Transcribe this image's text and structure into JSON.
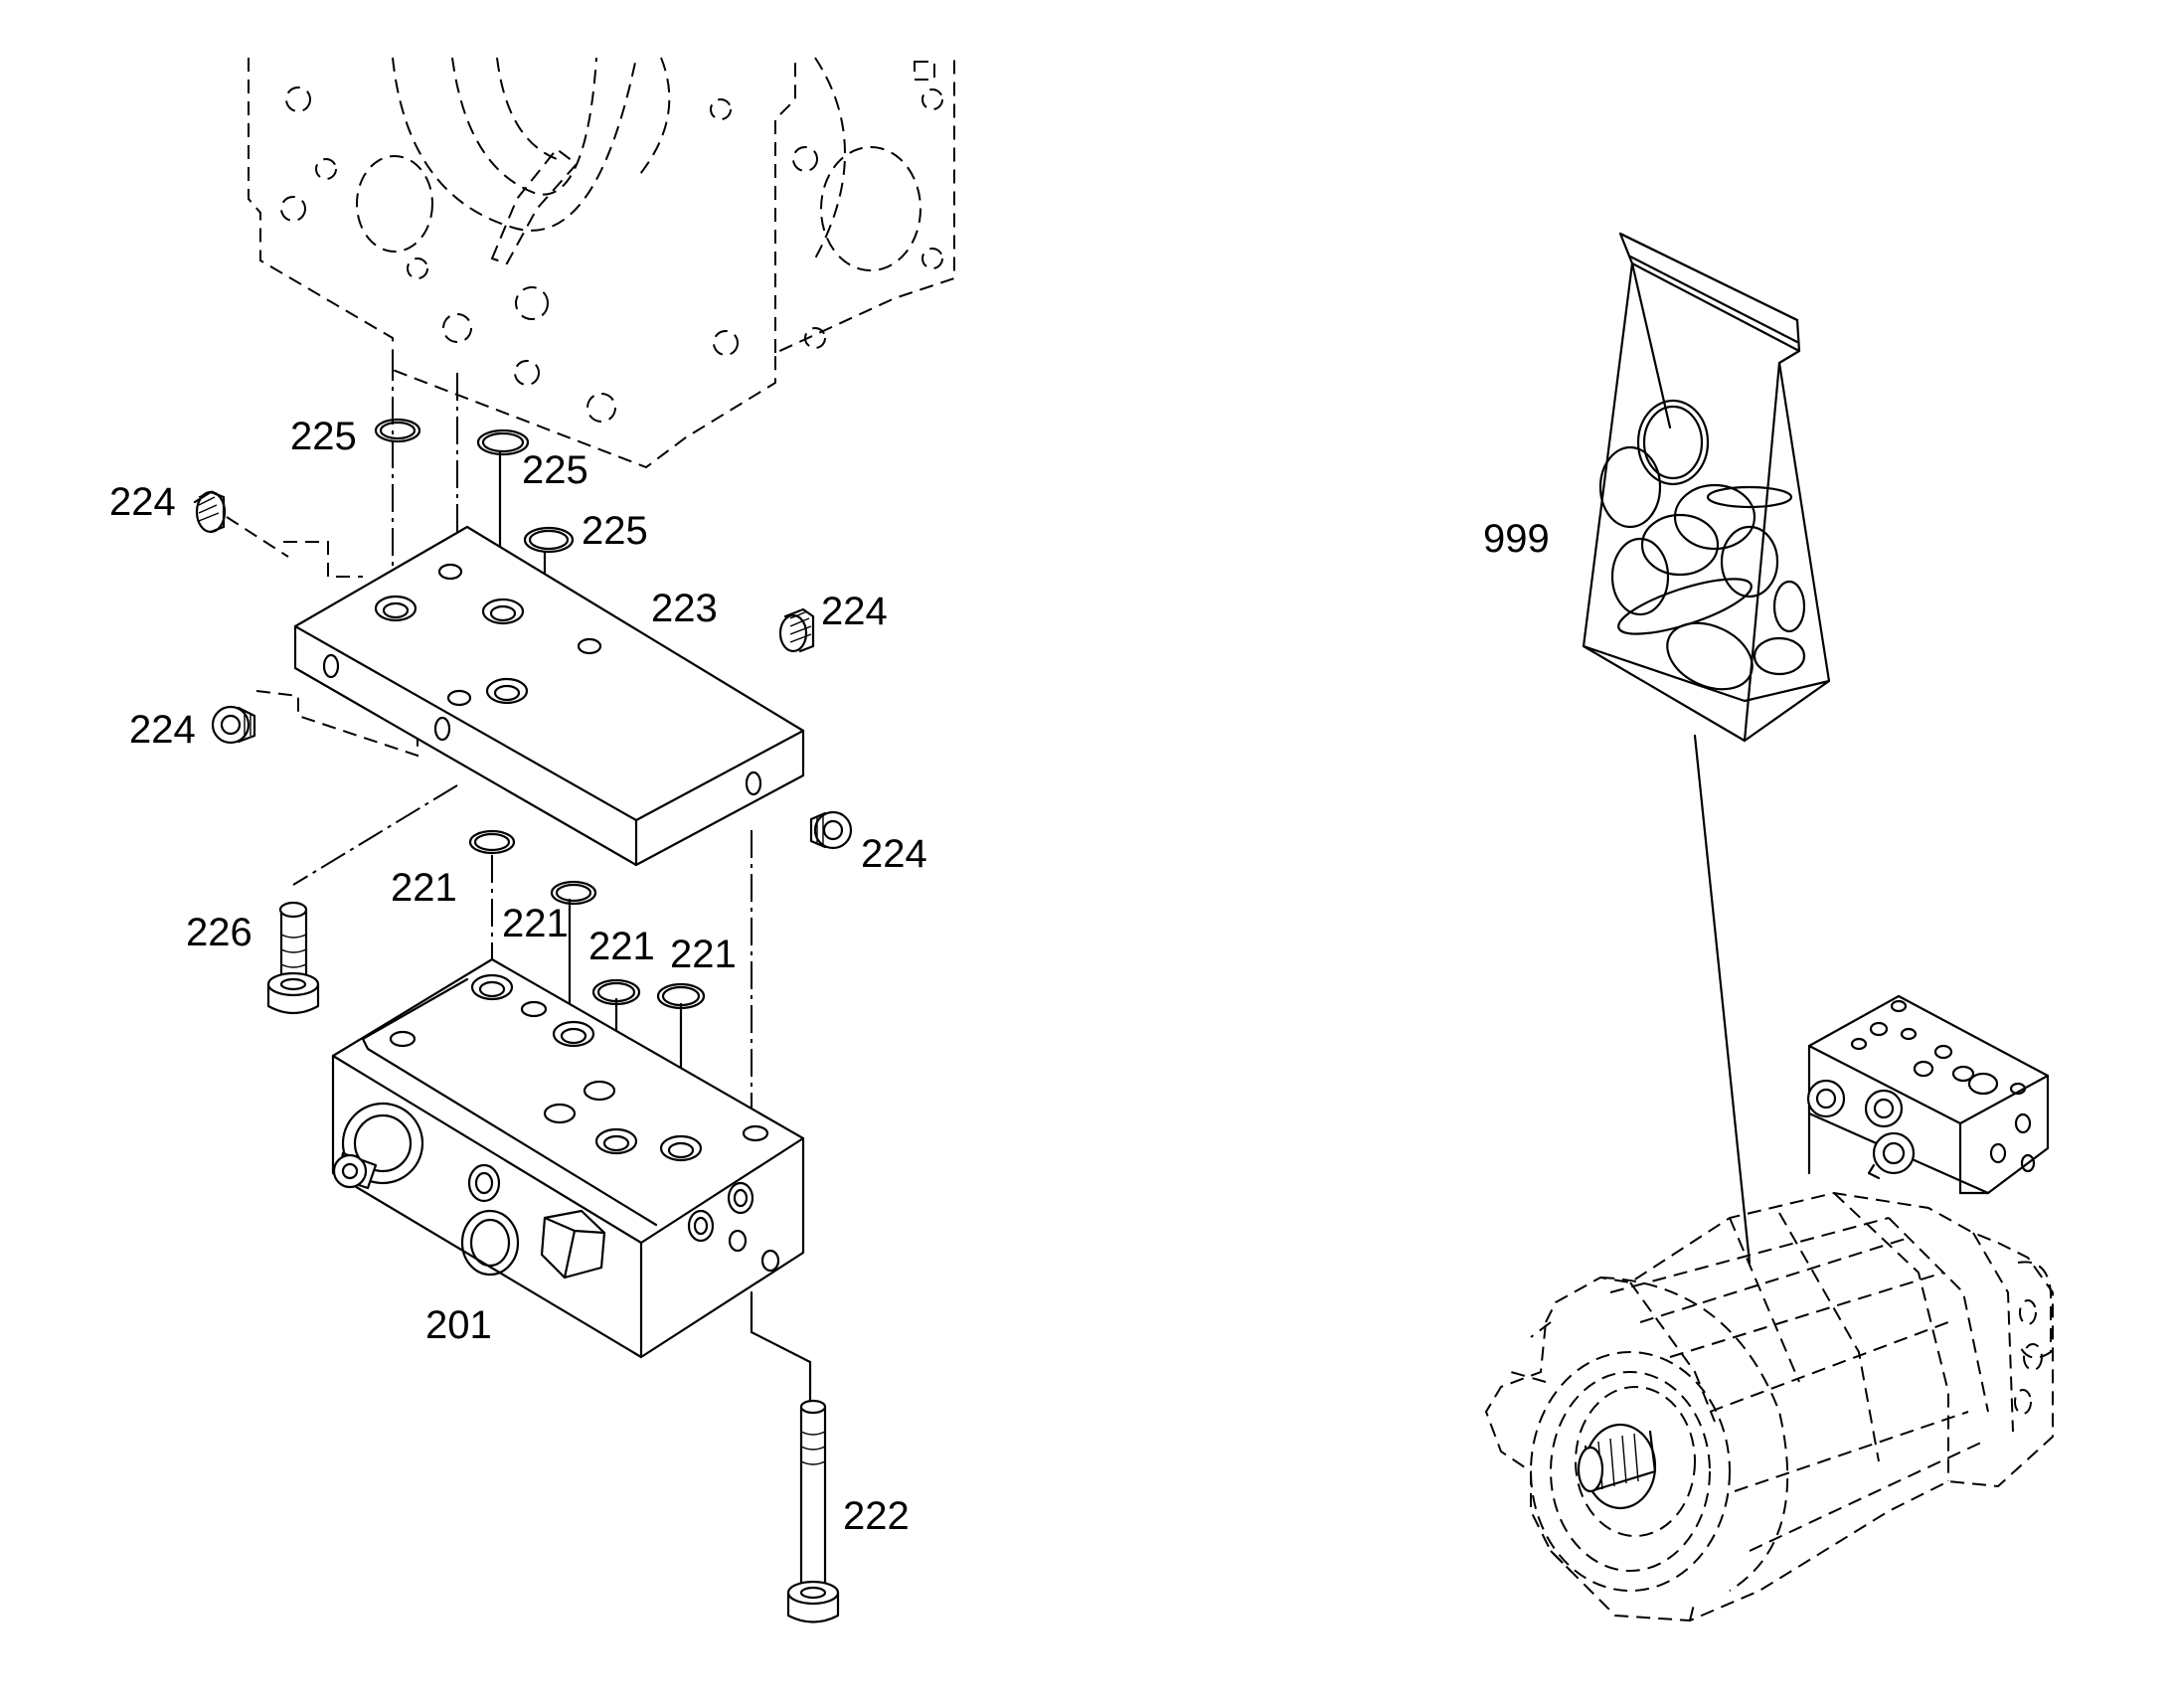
{
  "callouts": {
    "c201": "201",
    "c221a": "221",
    "c221b": "221",
    "c221c": "221",
    "c221d": "221",
    "c222": "222",
    "c223": "223",
    "c224a": "224",
    "c224b": "224",
    "c224c": "224",
    "c224d": "224",
    "c225a": "225",
    "c225b": "225",
    "c225c": "225",
    "c226": "226",
    "c999": "999"
  },
  "icons": {
    "housing": "pump-housing-outline",
    "plate": "adapter-plate",
    "valve": "valve-block",
    "seal_kit": "seal-kit-bag",
    "motor": "hydraulic-motor-assembly"
  }
}
